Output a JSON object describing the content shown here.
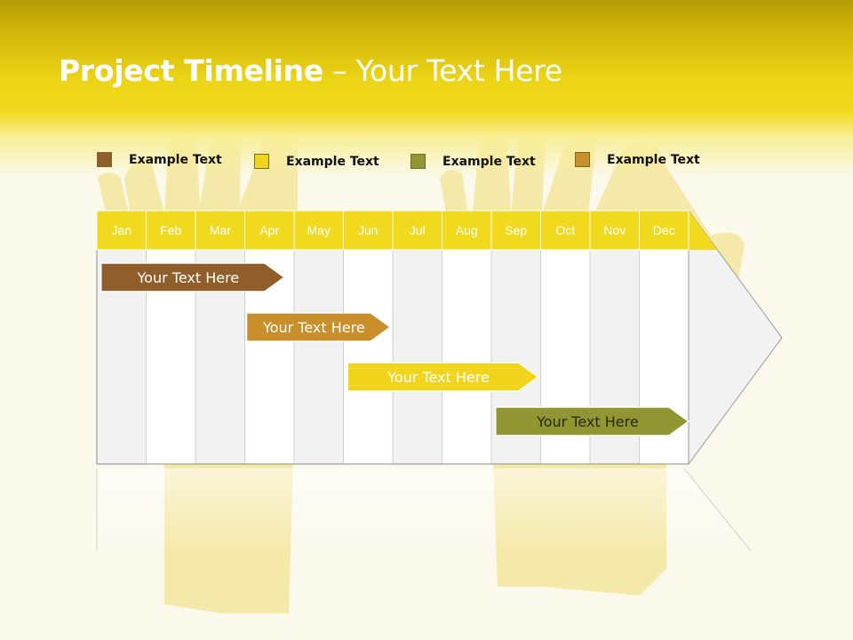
{
  "title": {
    "bold": "Project Timeline",
    "rest": " – Your Text Here"
  },
  "legend": [
    {
      "label": "Example Text",
      "color": "#8f5e2a"
    },
    {
      "label": "Example Text",
      "color": "#f0d51c"
    },
    {
      "label": "Example Text",
      "color": "#8f9632"
    },
    {
      "label": "Example Text",
      "color": "#c98f2a"
    }
  ],
  "months": [
    "Jan",
    "Feb",
    "Mar",
    "Apr",
    "May",
    "Jun",
    "Jul",
    "Aug",
    "Sep",
    "Oct",
    "Nov",
    "Dec"
  ],
  "tasks": [
    {
      "label": "Your  Text Here",
      "start_month": 0.05,
      "end_month": 3.8,
      "color": "#8f5e2a",
      "text_style": "light"
    },
    {
      "label": "Your  Text Here",
      "start_month": 3.0,
      "end_month": 5.95,
      "color": "#c98f2a",
      "text_style": "light"
    },
    {
      "label": "Your  Text Here",
      "start_month": 5.05,
      "end_month": 8.95,
      "color": "#f0d51c",
      "text_style": "light"
    },
    {
      "label": "Your  Text Here",
      "start_month": 8.05,
      "end_month": 12.0,
      "color": "#8f9632",
      "text_style": "dark"
    }
  ],
  "colors": {
    "header_band": "#f1d91d",
    "column_light": "#f2f2f2",
    "column_white": "#ffffff",
    "grid_line": "#cfcfcf",
    "glove": "#f1db6e"
  }
}
